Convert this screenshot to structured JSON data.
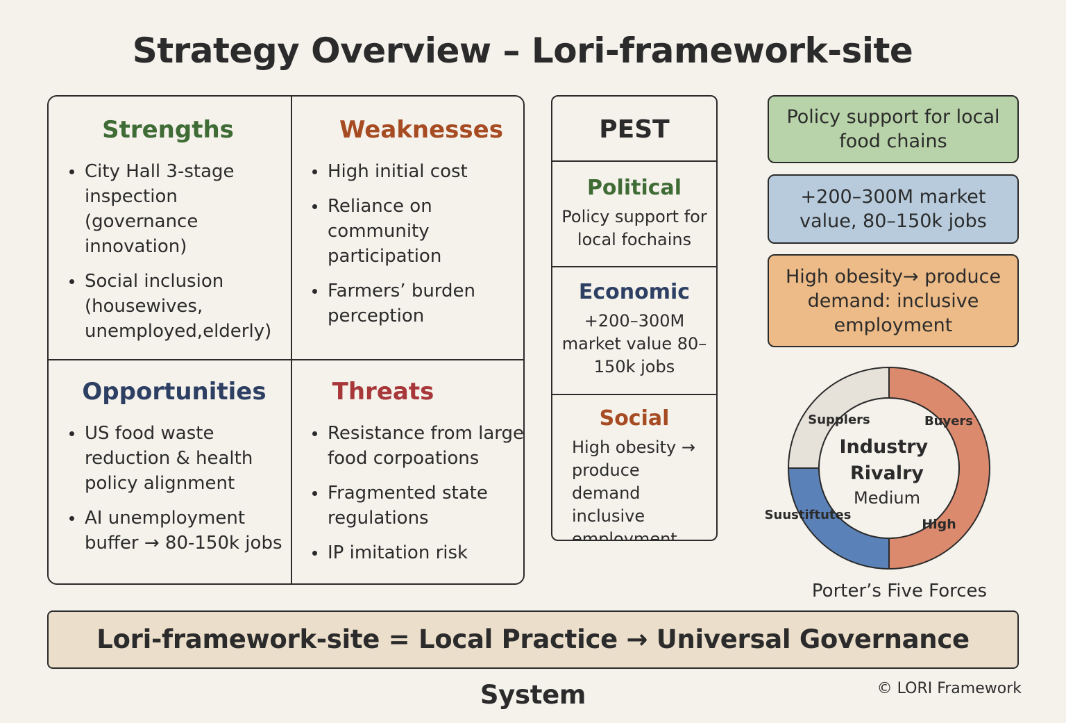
{
  "title": "Strategy Overview – Lori-framework-site",
  "swot": {
    "strengths": {
      "title": "Strengths",
      "items": [
        "City Hall 3-stage inspection (governance innovation)",
        "Social inclusion (housewives, unemployed,elderly)"
      ]
    },
    "weaknesses": {
      "title": "Weaknesses",
      "items": [
        "High initial cost",
        "Reliance on community participation",
        "Farmers’ burden perception"
      ]
    },
    "opportunities": {
      "title": "Opportunities",
      "items": [
        "US food waste reduction & health policy alignment",
        "AI unemployment buffer → 80-150k jobs"
      ]
    },
    "threats": {
      "title": "Threats",
      "items": [
        "Resistance from large food corpoations",
        "Fragmented state regulations",
        "IP imitation risk"
      ]
    }
  },
  "pest": {
    "title": "PEST",
    "political": {
      "title": "Political",
      "text": "Policy support for local fochains"
    },
    "economic": {
      "title": "Economic",
      "text": "+200–300M market value 80–150k jobs"
    },
    "social": {
      "title": "Social",
      "text": "High obesity → produce demand inclusive employment"
    }
  },
  "right_boxes": [
    "Policy support for local food chains",
    "+200–300M market value, 80–150k jobs",
    "High obesity→ produce demand: inclusive employment"
  ],
  "porter": {
    "title": "Porter’s Five Forces",
    "center_title": "Industry Rivalry",
    "center_level": "Medium",
    "labels": {
      "suppliers": "Supplers",
      "buyers": "Buyers",
      "substitutes": "Suustiftutes",
      "high": "High"
    },
    "colors": {
      "suppliers": "#e6e2da",
      "buyers": "#dc8a6e",
      "substitutes": "#5b82b8"
    }
  },
  "banner": "Lori-framework-site = Local Practice → Universal Governance System",
  "copyright": "© LORI Framework"
}
